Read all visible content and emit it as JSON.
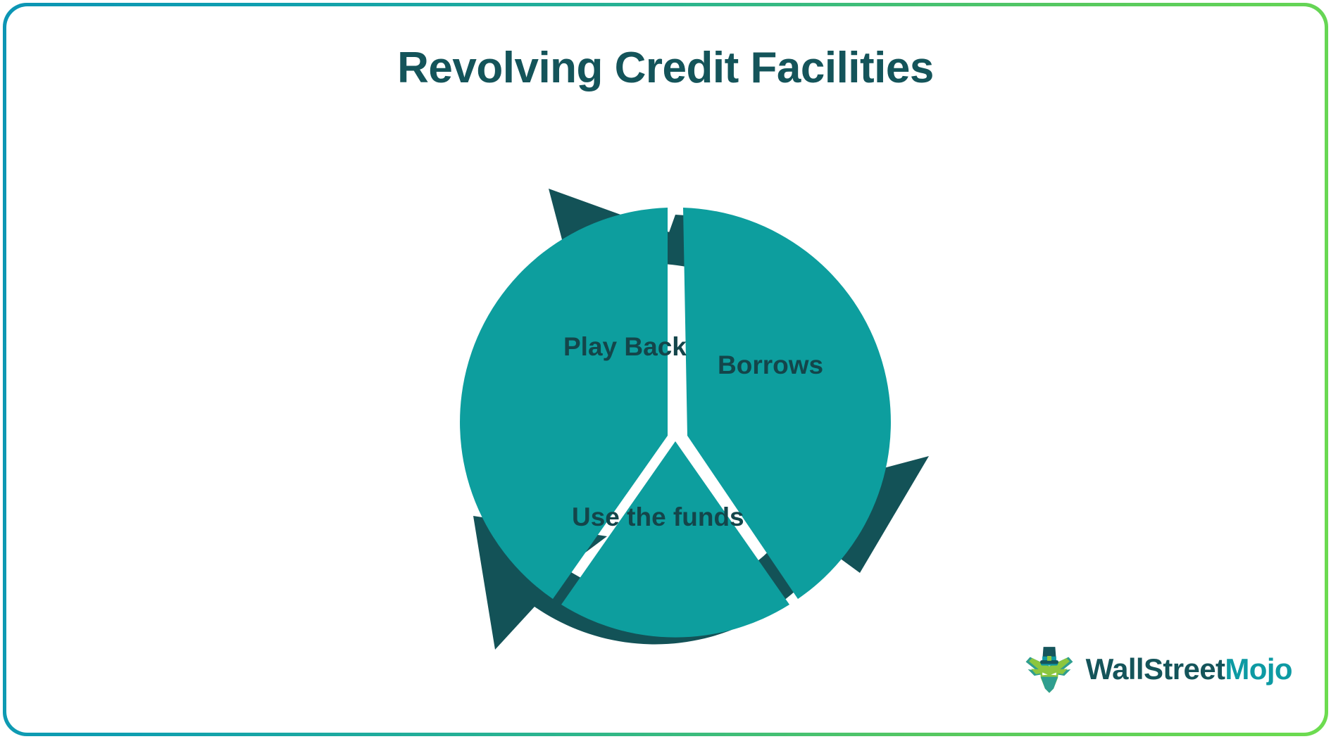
{
  "page": {
    "title": "Revolving Credit Facilities",
    "background_color": "#ffffff"
  },
  "card": {
    "border_gradient_from": "#0c95b4",
    "border_gradient_to": "#6ddc4f",
    "fill_color": "#ffffff"
  },
  "theme": {
    "title_color": "#14545a",
    "segment_color": "#0d9e9e",
    "arrow_color": "#135257",
    "label_color": "#14454a"
  },
  "chart_data": {
    "type": "pie",
    "title": "Revolving Credit Facilities",
    "subtitle": "",
    "xlabel": "",
    "ylabel": "",
    "legend_position": "none",
    "grid": false,
    "cycle_direction": "clockwise",
    "categories": [
      "Borrows",
      "Use the funds",
      "Play Back"
    ],
    "values": [
      33.3,
      33.3,
      33.3
    ],
    "segments": [
      {
        "label": "Borrows",
        "value": 33.3,
        "start_angle_deg": 0,
        "end_angle_deg": 120,
        "color": "#0d9e9e"
      },
      {
        "label": "Use the funds",
        "value": 33.3,
        "start_angle_deg": 120,
        "end_angle_deg": 240,
        "color": "#0d9e9e"
      },
      {
        "label": "Play Back",
        "value": 33.3,
        "start_angle_deg": 240,
        "end_angle_deg": 360,
        "color": "#0d9e9e"
      }
    ],
    "arrows": [
      {
        "name": "arrow-to-borrows",
        "from": "Play Back",
        "to": "Borrows",
        "color": "#135257"
      },
      {
        "name": "arrow-to-use-the-funds",
        "from": "Borrows",
        "to": "Use the funds",
        "color": "#135257"
      },
      {
        "name": "arrow-to-play-back",
        "from": "Use the funds",
        "to": "Play Back",
        "color": "#135257"
      }
    ],
    "annotations": []
  },
  "diagram": {
    "labels": {
      "play_back": "Play Back",
      "borrows": "Borrows",
      "use_the_funds": "Use the funds"
    }
  },
  "logo": {
    "word_primary": "WallStreet",
    "word_accent": "Mojo",
    "mark_name": "bull-with-top-hat-icon",
    "primary_color": "#14545a",
    "accent_color": "#0d9aa3"
  }
}
